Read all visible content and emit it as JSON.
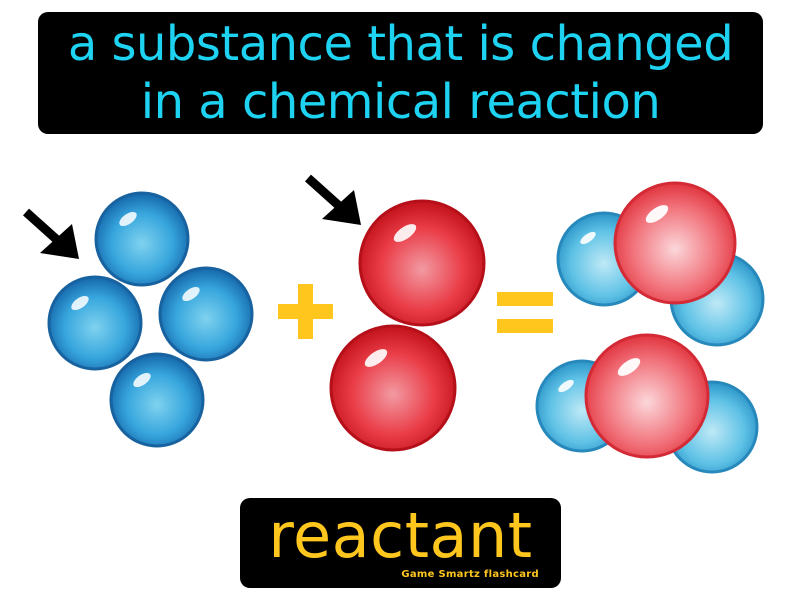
{
  "definition": {
    "line1": "a substance that is changed",
    "line2": "in a chemical reaction"
  },
  "term": "reactant",
  "brand": "Game  Smartz  flashcard",
  "colors": {
    "definition_text": "#1ed3f2",
    "term_text": "#ffc61e",
    "operator": "#ffc61e",
    "box_background": "#000000",
    "blue_molecule": "#1f7fc0",
    "red_molecule": "#e8202a",
    "light_blue_molecule": "#35a9d8"
  },
  "icons": [
    "arrow-icon",
    "plus-icon",
    "equals-icon"
  ]
}
